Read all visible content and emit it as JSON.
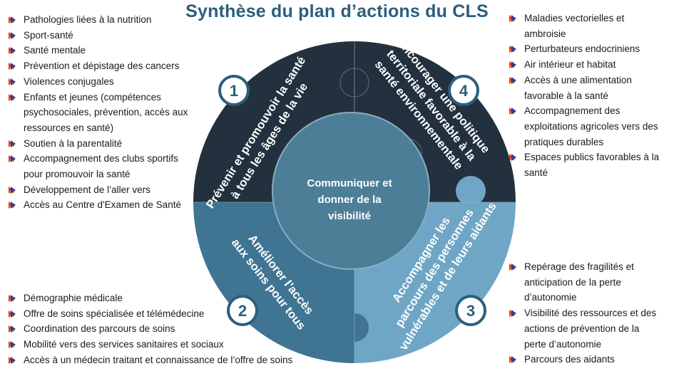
{
  "title": "Synthèse du plan d’actions du CLS",
  "colors": {
    "title": "#2a5f7d",
    "segment_dark": "#22313d",
    "segment_mid": "#3f7493",
    "segment_light": "#6fa6c6",
    "center": "#4d7e97"
  },
  "center": {
    "line1": "Communiquer et",
    "line2": "donner de la",
    "line3": "visibilité"
  },
  "segments": [
    {
      "number": "1",
      "line1": "Prévenir et promouvoir la santé",
      "line2": "à tous les âges de la vie"
    },
    {
      "number": "2",
      "line1": "Améliorer l’accès",
      "line2": "aux soins pour tous"
    },
    {
      "number": "3",
      "line1": "Accompagner les",
      "line2": "parcours des personnes",
      "line3": "vulnérables et de leurs aidants"
    },
    {
      "number": "4",
      "line1": "Encourager une politique",
      "line2": "territoriale favorable à la",
      "line3": "santé environnementale"
    }
  ],
  "lists": {
    "top_left": [
      "Pathologies liées à la nutrition",
      "Sport-santé",
      "Santé mentale",
      "Prévention et dépistage des cancers",
      "Violences conjugales",
      "Enfants et jeunes (compétences",
      "psychosociales, prévention, accès aux",
      "ressources en santé)",
      "Soutien à la parentalité",
      "Accompagnement des clubs sportifs",
      "pour promouvoir la santé",
      "Développement de l’aller vers",
      "Accès au Centre d'Examen de Santé"
    ],
    "bottom_left": [
      "Démographie médicale",
      "Offre de soins spécialisée et télémédecine",
      "Coordination des parcours de soins",
      "Mobilité vers des services sanitaires et sociaux",
      "Accès à un médecin traitant et connaissance de l’offre de soins"
    ],
    "top_right": [
      "Maladies vectorielles et",
      "ambroisie",
      "Perturbateurs endocriniens",
      "Air intérieur et habitat",
      "Accès à une alimentation",
      "favorable à la santé",
      "Accompagnement des",
      "exploitations agricoles vers des",
      "pratiques durables",
      "Espaces publics favorables à la",
      "santé"
    ],
    "bottom_right": [
      "Repérage des fragilités et",
      "anticipation de la perte",
      "d’autonomie",
      "Visibilité des ressources et des",
      "actions de prévention de la",
      "perte d’autonomie",
      "Parcours des aidants"
    ]
  }
}
